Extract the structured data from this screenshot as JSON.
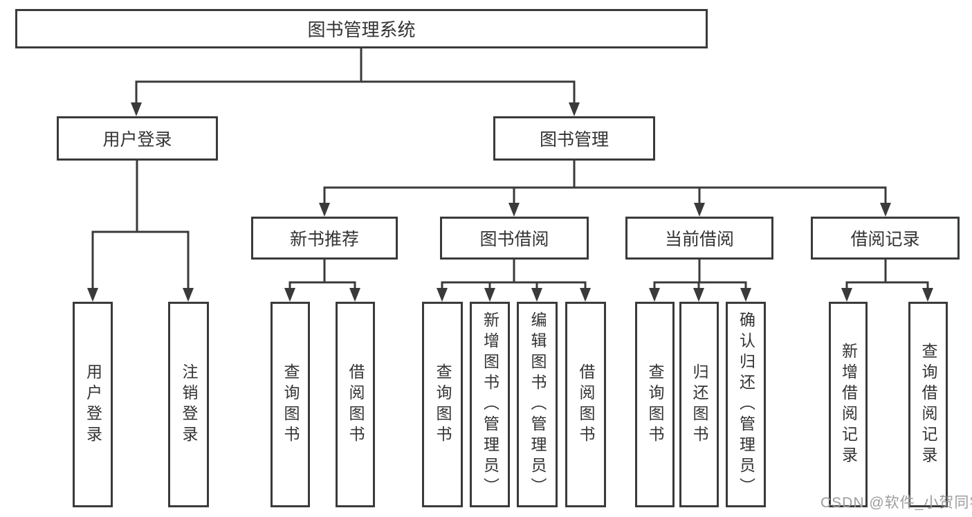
{
  "diagram_title": "图书管理系统",
  "tree": {
    "root": {
      "label": "图书管理系统"
    },
    "branches": [
      {
        "label": "用户登录",
        "children": [
          {
            "label": "用户登录"
          },
          {
            "label": "注销登录"
          }
        ]
      },
      {
        "label": "图书管理",
        "children": [
          {
            "label": "新书推荐",
            "children": [
              {
                "label": "查询图书"
              },
              {
                "label": "借阅图书"
              }
            ]
          },
          {
            "label": "图书借阅",
            "children": [
              {
                "label": "查询图书"
              },
              {
                "label": "新增图书（管理员）"
              },
              {
                "label": "编辑图书（管理员）"
              },
              {
                "label": "借阅图书"
              }
            ]
          },
          {
            "label": "当前借阅",
            "children": [
              {
                "label": "查询图书"
              },
              {
                "label": "归还图书"
              },
              {
                "label": "确认归还（管理员）"
              }
            ]
          },
          {
            "label": "借阅记录",
            "children": [
              {
                "label": "新增借阅记录"
              },
              {
                "label": "查询借阅记录"
              }
            ]
          }
        ]
      }
    ]
  },
  "watermark": {
    "text": "CSDN @软件_小贺同学"
  },
  "colors": {
    "line": "#3a3a3a",
    "text": "#333333",
    "watermark": "#9c9c9c",
    "background": "#ffffff"
  }
}
